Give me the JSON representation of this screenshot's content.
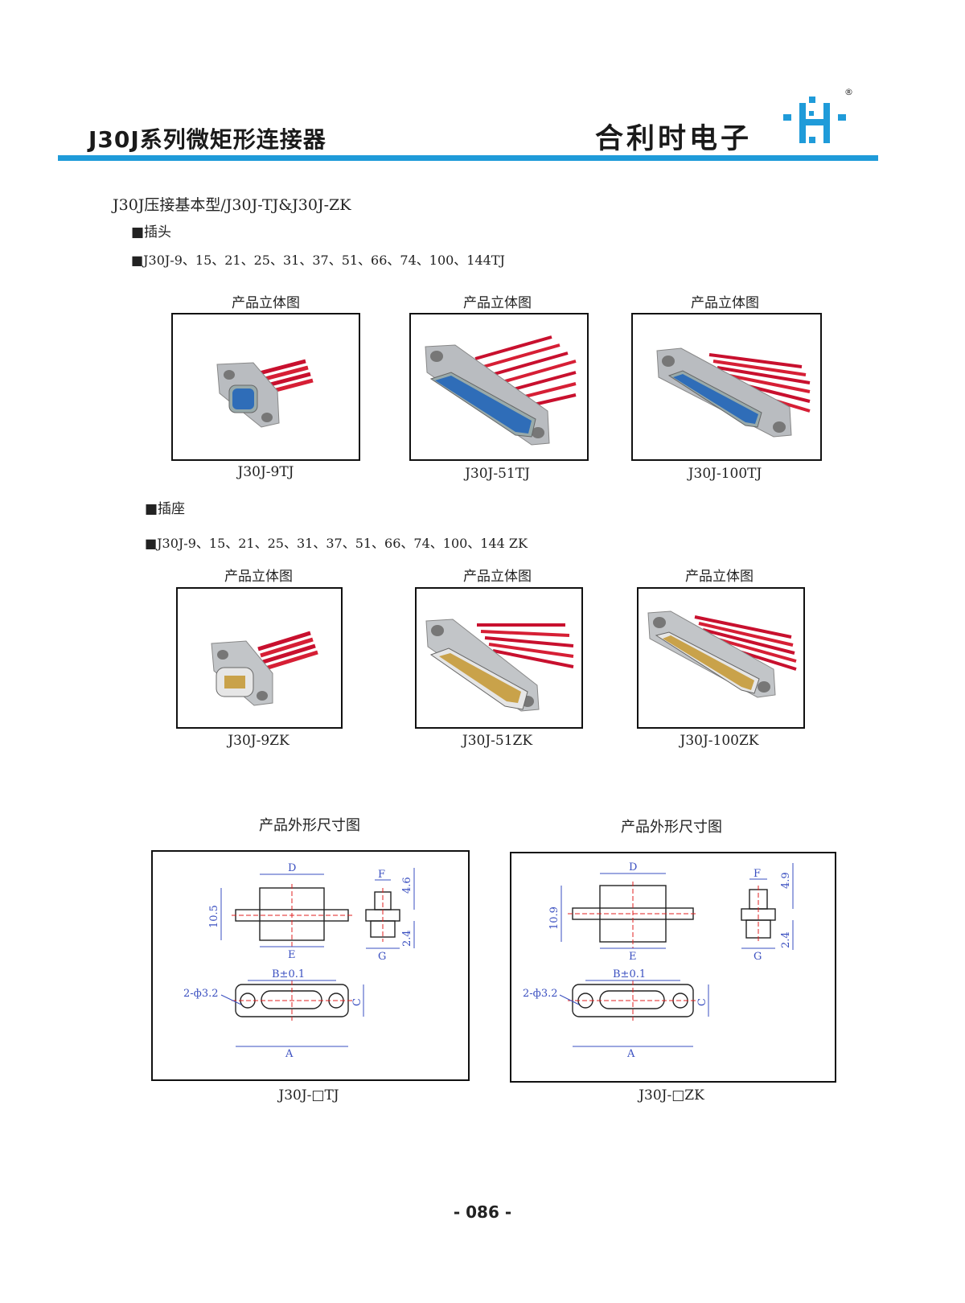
{
  "header": {
    "title": "J30J系列微矩形连接器",
    "brand": "合利时电子",
    "registered_mark": "®",
    "accent_color": "#1f9bd9"
  },
  "section": {
    "title": "J30J压接基本型/J30J-TJ&J30J-ZK",
    "plug": {
      "heading": "■插头",
      "models_line": "■J30J-9、15、21、25、31、37、51、66、74、100、144TJ",
      "image_caption": "产品立体图",
      "items": [
        "J30J-9TJ",
        "J30J-51TJ",
        "J30J-100TJ"
      ]
    },
    "socket": {
      "heading": "■插座",
      "models_line": "■J30J-9、15、21、25、31、37、51、66、74、100、144 ZK",
      "image_caption": "产品立体图",
      "items": [
        "J30J-9ZK",
        "J30J-51ZK",
        "J30J-100ZK"
      ]
    }
  },
  "dimension_drawings": {
    "caption": "产品外形尺寸图",
    "left": {
      "label": "J30J-□TJ",
      "D": "D",
      "E": "E",
      "F": "F",
      "G": "G",
      "height": "10.5",
      "top_dim": "4.6",
      "bottom_dim": "2.4",
      "B": "B±0.1",
      "A": "A",
      "C": "C",
      "holes": "2-ф3.2"
    },
    "right": {
      "label": "J30J-□ZK",
      "D": "D",
      "E": "E",
      "F": "F",
      "G": "G",
      "height": "10.9",
      "top_dim": "4.9",
      "bottom_dim": "2.4",
      "B": "B±0.1",
      "A": "A",
      "C": "C",
      "holes": "2-ф3.2"
    }
  },
  "colors": {
    "wire_red": "#c8102e",
    "pin_blue": "#2f6db8",
    "pin_gold": "#c9a24a",
    "shell_gray": "#b9bcc0",
    "dimension_blue": "#3a4fc0"
  },
  "page_number": "- 086 -"
}
